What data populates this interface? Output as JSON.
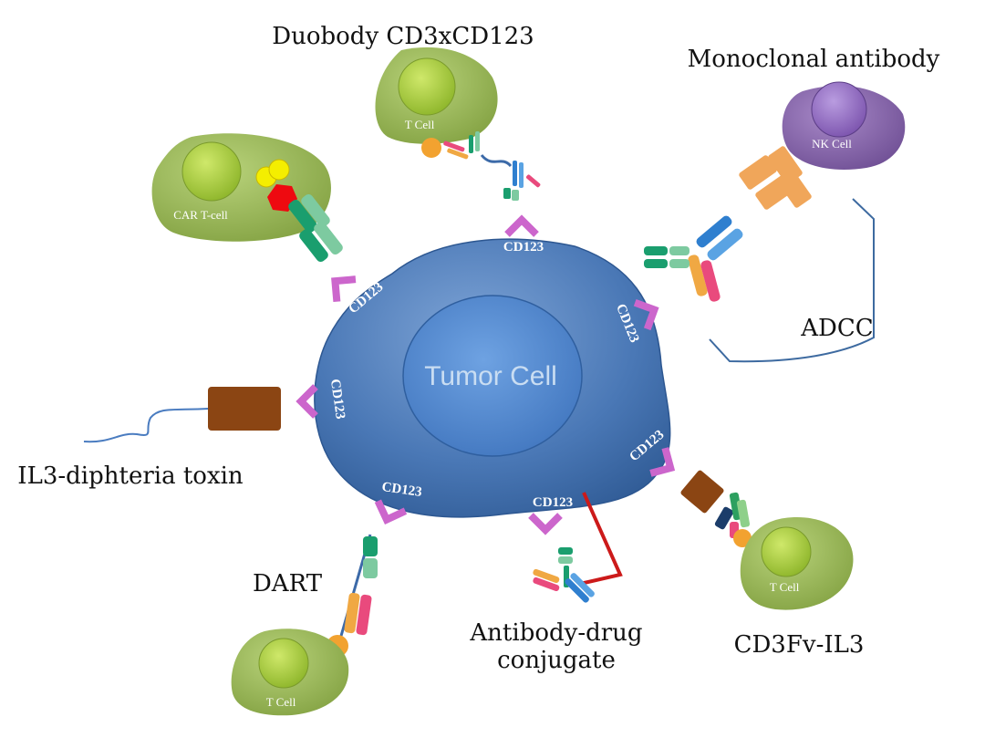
{
  "therapies": {
    "duobody": "Duobody CD3xCD123",
    "monoclonal": "Monoclonal antibody",
    "adcc": "ADCC",
    "il3_toxin": "IL3-diphteria toxin",
    "dart": "DART",
    "adc_line1": "Antibody-drug",
    "adc_line2": "conjugate",
    "cd3fv_il3": "CD3Fv-IL3"
  },
  "cells": {
    "tumor": "Tumor Cell",
    "t_cell": "T Cell",
    "nk_cell": "NK Cell",
    "car_t": "CAR T-cell"
  },
  "receptor": "CD123",
  "colors": {
    "tumor": "#3f6fae",
    "nucleus": "#4f86cc",
    "effector_cell": "#8fae4a",
    "effector_nucleus": "#a6cc3a",
    "nk_cell": "#7a5aa0",
    "receptor": "#cc66cc",
    "toxin": "#8b4513"
  }
}
